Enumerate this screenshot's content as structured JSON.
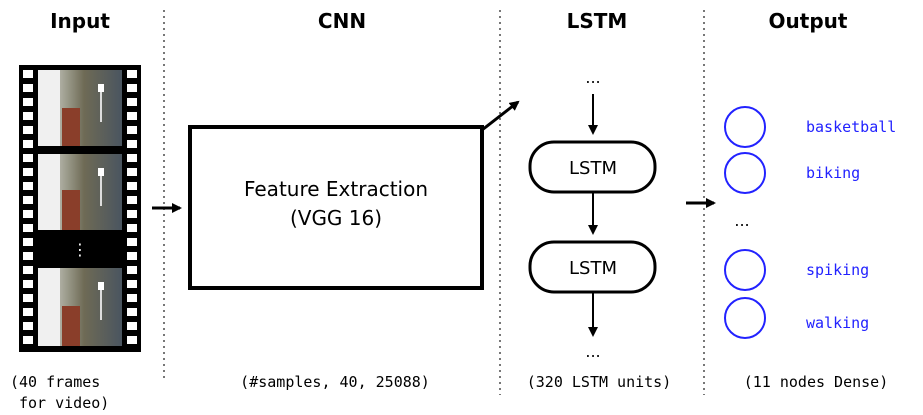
{
  "headers": {
    "input": "Input",
    "cnn": "CNN",
    "lstm": "LSTM",
    "output": "Output"
  },
  "cnn_box": {
    "line1": "Feature Extraction",
    "line2": "(VGG 16)"
  },
  "lstm_cells": [
    "LSTM",
    "LSTM"
  ],
  "ellipsis": "...",
  "frames_ellipsis": "⋮",
  "output_classes": [
    "basketball",
    "biking",
    "spiking",
    "walking"
  ],
  "captions": {
    "input_line1": "(40 frames",
    "input_line2": "for video)",
    "cnn": "(#samples, 40, 25088)",
    "lstm": "(320 LSTM units)",
    "output": "(11 nodes Dense)"
  },
  "colors": {
    "output_node": "#2222ff",
    "class_label": "#2222ff",
    "stroke": "#000000"
  }
}
